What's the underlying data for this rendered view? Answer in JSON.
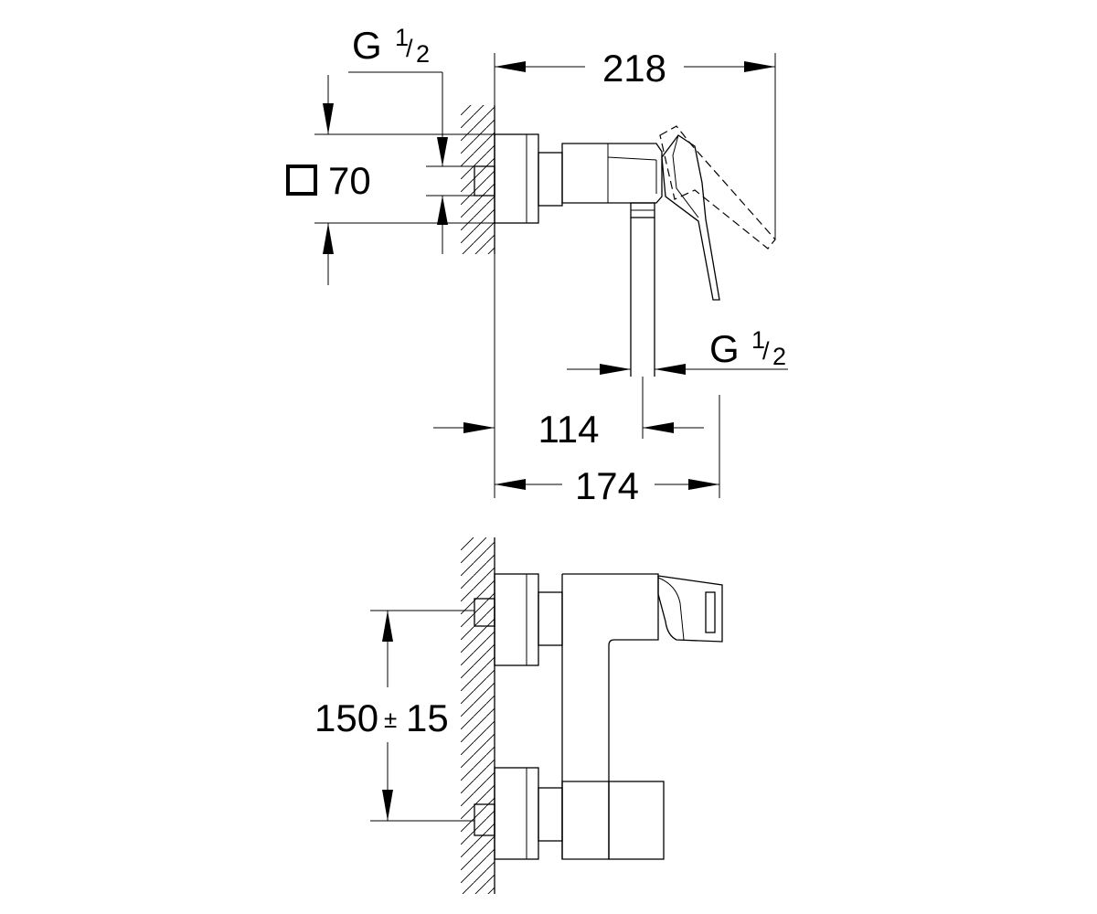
{
  "dimensions": {
    "thread_top_main": "G",
    "thread_top_num": "1",
    "thread_top_slash": "/",
    "thread_top_den": "2",
    "overall_depth": "218",
    "square_size": "70",
    "thread_bottom_main": "G",
    "thread_bottom_num": "1",
    "thread_bottom_slash": "/",
    "thread_bottom_den": "2",
    "outlet_offset": "114",
    "body_depth": "174",
    "centres_value": "150",
    "centres_tolerance_sign": "±",
    "centres_tolerance": "15"
  },
  "icons": {
    "square_symbol": "square-section-icon"
  }
}
